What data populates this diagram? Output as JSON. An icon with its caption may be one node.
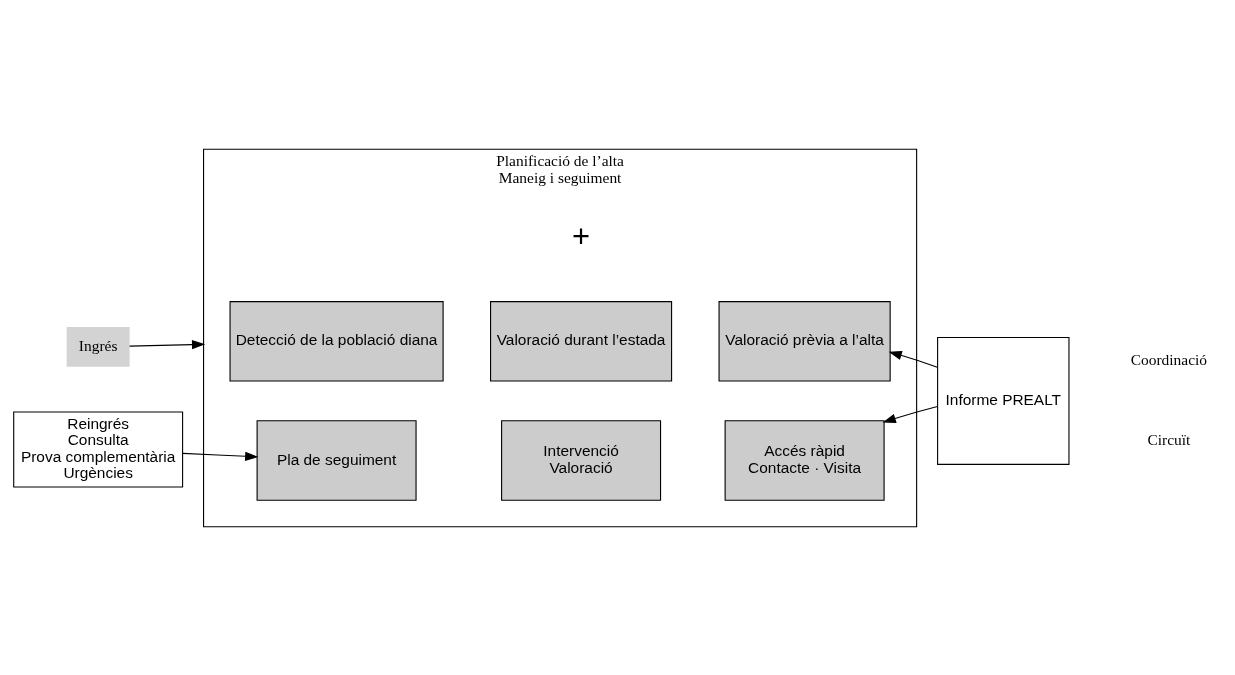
{
  "diagram": {
    "nodes": [
      {
        "text": [
          "Planificació de l’alta",
          "Maneig i seguiment"
        ]
      },
      {
        "text": [
          "Ingrés"
        ]
      },
      {
        "text": [
          "Detecció de la població diana"
        ],
        "in": 0
      },
      {
        "text": [
          "Valoració durant l’estada"
        ],
        "in": 0
      },
      {
        "text": [
          "Valoració prèvia a l’alta"
        ],
        "in": 0
      },
      {
        "text": [
          "Reingrés",
          "Consulta",
          "Prova complementària",
          "Urgències"
        ]
      },
      {
        "text": [
          "Informe PREALT"
        ]
      },
      {
        "text": [
          "Pla de seguiment"
        ],
        "in": 0
      },
      {
        "text": [
          "Intervenció",
          "Valoració"
        ],
        "in": 0
      },
      {
        "text": [
          "Accés ràpid",
          "Contacte · Visita"
        ],
        "in": 0
      }
    ],
    "edges": [
      {
        "from": 1,
        "to": 0,
        "arrow": "to"
      },
      {
        "from": 6,
        "to": 4,
        "arrow": "to"
      },
      {
        "from": 6,
        "to": 9,
        "arrow": "to"
      },
      {
        "from": 5,
        "to": 7,
        "arrow": "to"
      }
    ],
    "labels": [
      "Coordinació",
      "+",
      "Circuït"
    ]
  }
}
